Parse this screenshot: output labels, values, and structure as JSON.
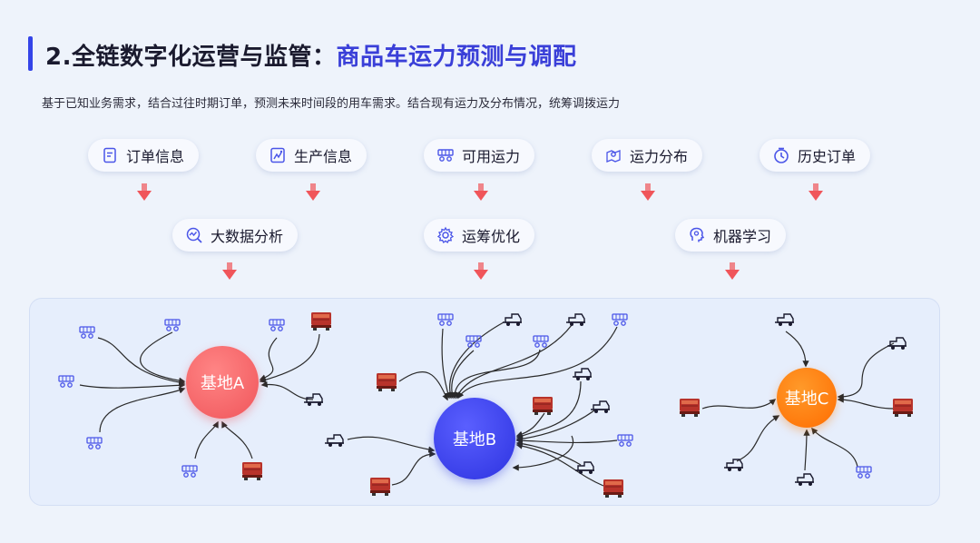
{
  "header": {
    "title_main": "2.全链数字化运营与监管：",
    "title_accent": "商品车运力预测与调配",
    "subtitle": "基于已知业务需求，结合过往时期订单，预测未来时间段的用车需求。结合现有运力及分布情况，统筹调拨运力"
  },
  "inputs": [
    {
      "label": "订单信息",
      "icon": "document-icon"
    },
    {
      "label": "生产信息",
      "icon": "production-icon"
    },
    {
      "label": "可用运力",
      "icon": "truck-carrier-icon"
    },
    {
      "label": "运力分布",
      "icon": "map-pin-icon"
    },
    {
      "label": "历史订单",
      "icon": "clock-icon"
    }
  ],
  "methods": [
    {
      "label": "大数据分析",
      "icon": "analytics-icon"
    },
    {
      "label": "运筹优化",
      "icon": "gear-icon"
    },
    {
      "label": "机器学习",
      "icon": "brain-icon"
    }
  ],
  "bases": [
    {
      "label": "基地A",
      "color": "#f0555a"
    },
    {
      "label": "基地B",
      "color": "#2d33e0"
    },
    {
      "label": "基地C",
      "color": "#ff6c00"
    }
  ],
  "colors": {
    "accent": "#3a3fd8",
    "arrow": "#f0555a",
    "vehicle_blue": "#4a55e8",
    "vehicle_red": "#b8332b"
  }
}
